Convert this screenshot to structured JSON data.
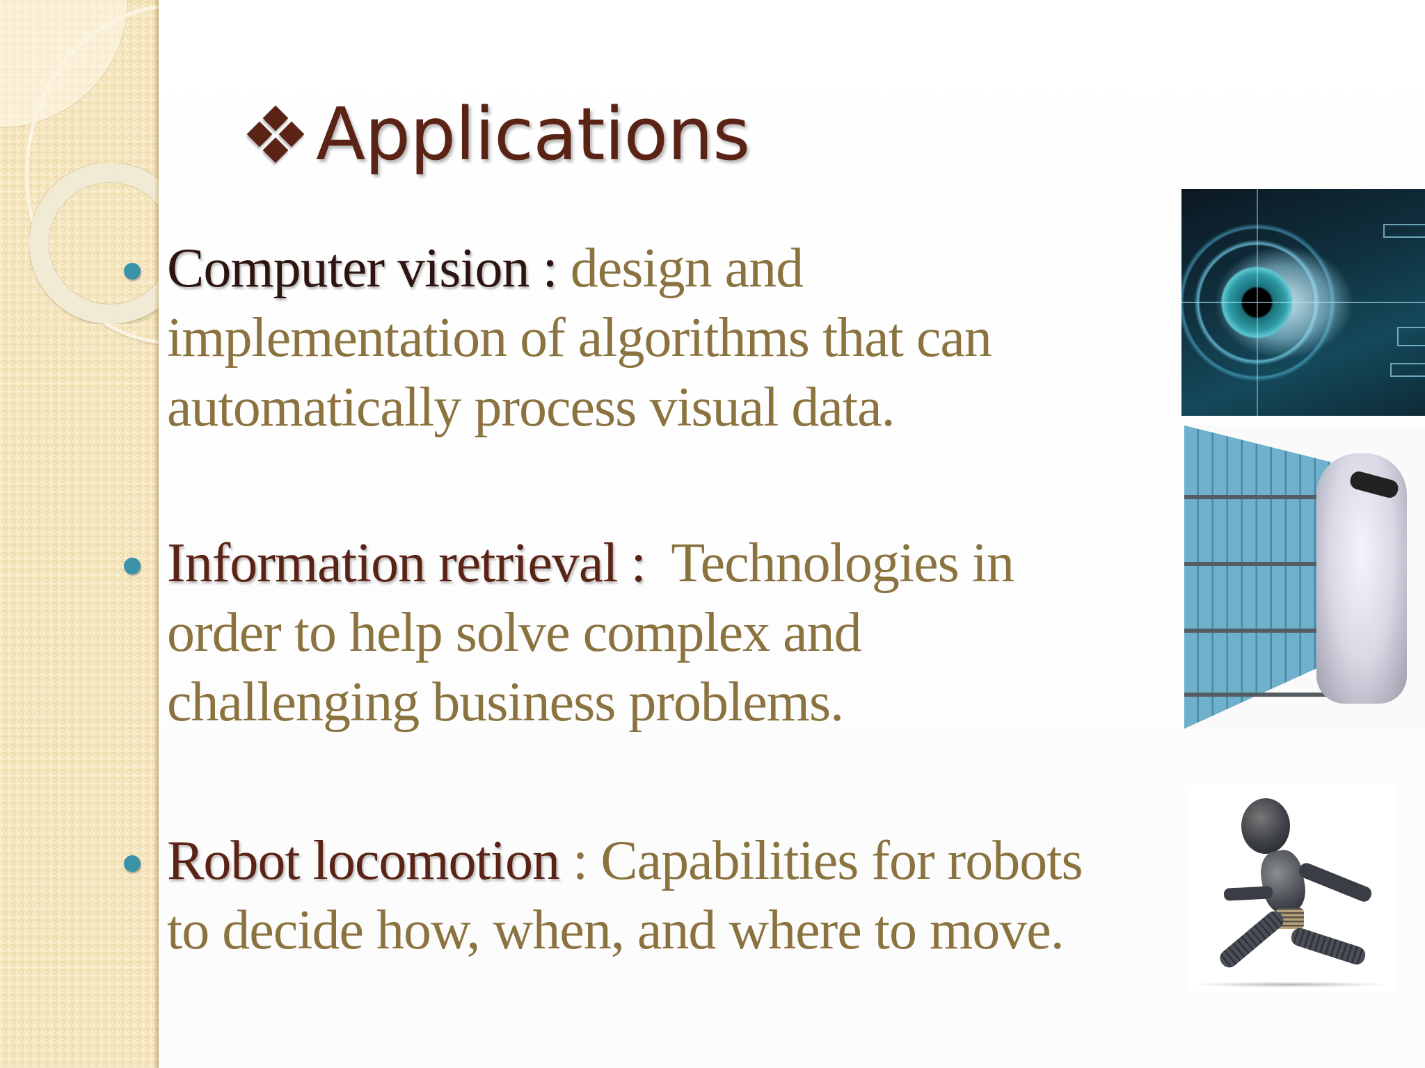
{
  "slide": {
    "title": {
      "icon": "diamond-bullet-icon",
      "text": "Applications"
    },
    "bullets": [
      {
        "term": "Computer vision",
        "separator": " :",
        "lines": [
          " design and",
          "implementation of algorithms that can",
          "automatically process visual data."
        ]
      },
      {
        "term": "Information retrieval",
        "separator": " :",
        "lines": [
          "  Technologies in",
          "order to help solve complex and",
          "challenging business problems."
        ]
      },
      {
        "term": "Robot locomotion",
        "separator": " :",
        "lines": [
          " Capabilities for robots",
          "to decide how, when, and where to move."
        ]
      }
    ],
    "images": [
      {
        "name": "futuristic-eye-scan-image",
        "alt": "Eye with digital scanning overlay"
      },
      {
        "name": "robot-at-bookshelf-image",
        "alt": "Robot searching a shelf of blue binders"
      },
      {
        "name": "running-robot-image",
        "alt": "Running robot figure"
      }
    ],
    "colors": {
      "title": "#5a2316",
      "term_dark": "#2d1410",
      "term_brown": "#5a2316",
      "body_text": "#8b7340",
      "bullet_dot": "#3a93a8",
      "sidebar": "#f2e2b8"
    }
  }
}
